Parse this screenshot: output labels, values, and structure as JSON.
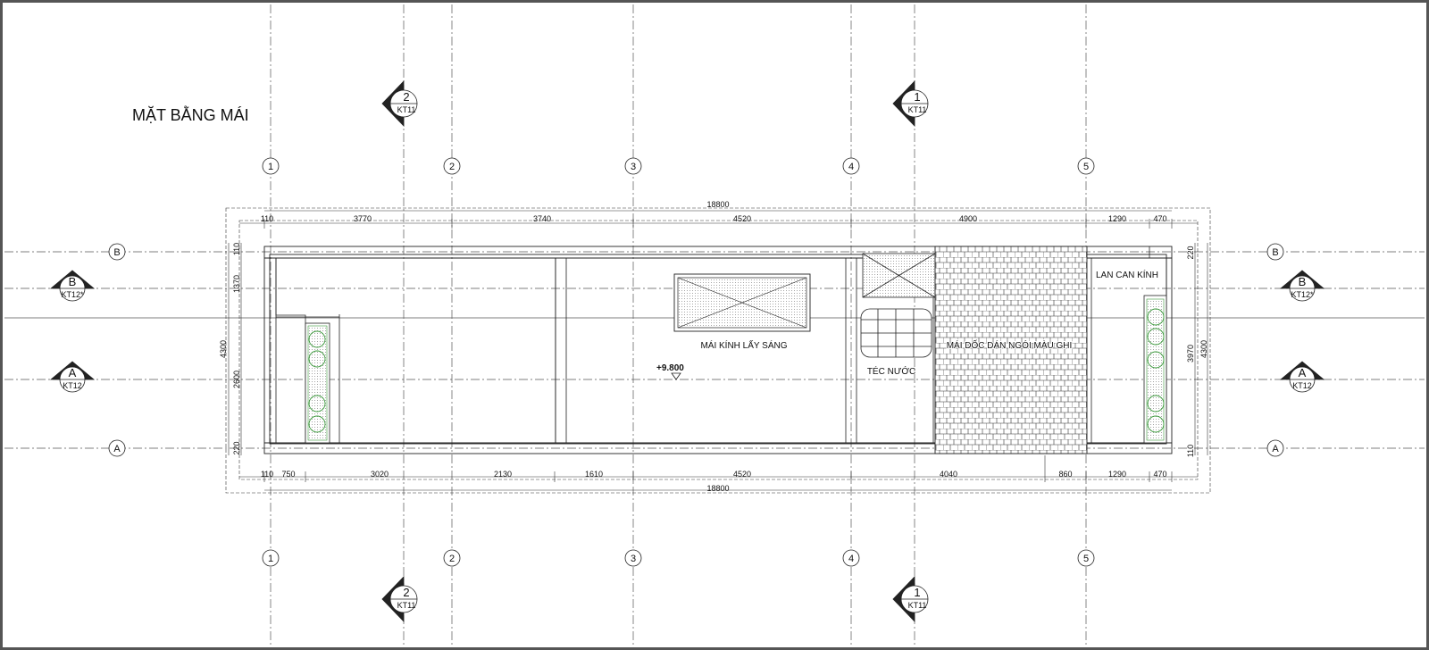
{
  "title": "MẶT BẰNG MÁI",
  "grid_columns": [
    "1",
    "2",
    "3",
    "4",
    "5"
  ],
  "grid_rows": [
    "A",
    "B"
  ],
  "section_markers": [
    {
      "number": "2",
      "sheet": "KT11"
    },
    {
      "number": "1",
      "sheet": "KT11"
    }
  ],
  "elevation_markers": [
    {
      "letter": "B",
      "sheet": "KT12*"
    },
    {
      "letter": "A",
      "sheet": "KT12"
    }
  ],
  "labels": {
    "skylight": "MÁI KÍNH LẤY SÁNG",
    "elevation": "+9.800",
    "water_tank": "TÉC NƯỚC",
    "tile_roof": "MÁI DỐC DÁN NGÓI MÀU GHI",
    "railing": "LAN CAN KÍNH"
  },
  "dimensions": {
    "top_total": "18800",
    "top": [
      "110",
      "3770",
      "3740",
      "4520",
      "4900",
      "1290",
      "470"
    ],
    "bottom_total": "18800",
    "bottom": [
      "110",
      "750",
      "3020",
      "2130",
      "1610",
      "4520",
      "4040",
      "860",
      "1290",
      "470"
    ],
    "left_total": "4300",
    "left": [
      "110",
      "1370",
      "2600",
      "220"
    ],
    "right_total": "4300",
    "right": [
      "220",
      "3970",
      "110"
    ]
  },
  "colors": {
    "line": "#222222",
    "axis": "#555555",
    "planter": "#3c9a3c",
    "border": "#555555"
  }
}
